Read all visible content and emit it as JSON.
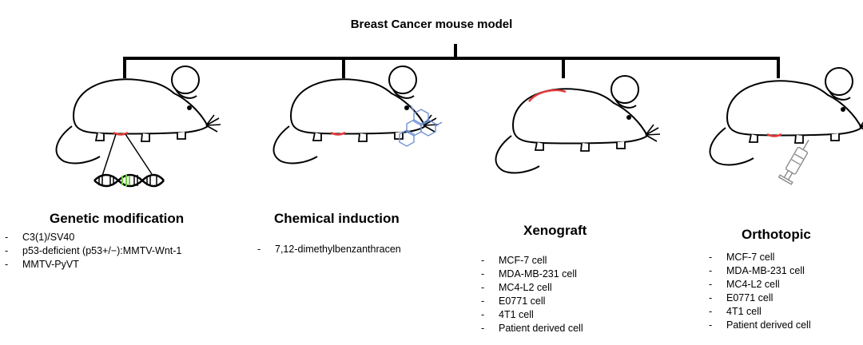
{
  "title": "Breast Cancer mouse model",
  "colors": {
    "outline": "#000000",
    "highlight": "#e23a3a",
    "compound": "#6f92d4",
    "dna_accent": "#6fcf3e",
    "syringe": "#9a9a9a"
  },
  "models": [
    {
      "heading": "Genetic modification",
      "icon": "mouse-with-dna-icon",
      "items": [
        "C3(1)/SV40",
        "p53-deficient (p53+/−):MMTV-Wnt-1",
        "MMTV-PyVT"
      ]
    },
    {
      "heading": "Chemical induction",
      "icon": "mouse-with-chemical-icon",
      "items": [
        "7,12-dimethylbenzanthracen"
      ]
    },
    {
      "heading": "Xenograft",
      "icon": "mouse-xenograft-icon",
      "items": [
        "MCF-7 cell",
        "MDA-MB-231 cell",
        "MC4-L2 cell",
        "E0771 cell",
        "4T1 cell",
        "Patient derived cell"
      ]
    },
    {
      "heading": "Orthotopic",
      "icon": "mouse-with-syringe-icon",
      "items": [
        "MCF-7 cell",
        "MDA-MB-231 cell",
        "MC4-L2 cell",
        "E0771 cell",
        "4T1 cell",
        "Patient derived cell"
      ]
    }
  ]
}
